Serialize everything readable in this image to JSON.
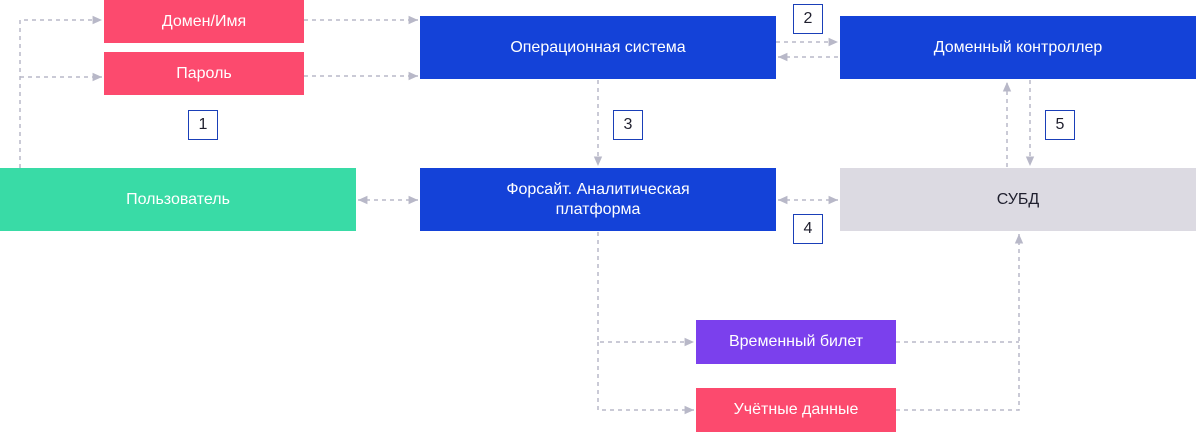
{
  "colors": {
    "pink": "#fc4a6e",
    "blue": "#1442d8",
    "green": "#39dba6",
    "gray": "#dcdae2",
    "purple": "#7b40ed",
    "connector": "#b8b8c8",
    "badge_border": "#1a3fb8"
  },
  "nodes": {
    "domain_name": "Домен/Имя",
    "password": "Пароль",
    "os": "Операционная система",
    "domain_controller": "Доменный контроллер",
    "user": "Пользователь",
    "platform": "Форсайт. Аналитическая платформа",
    "dbms": "СУБД",
    "temp_ticket": "Временный билет",
    "credentials": "Учётные данные"
  },
  "steps": [
    "1",
    "2",
    "3",
    "4",
    "5"
  ]
}
